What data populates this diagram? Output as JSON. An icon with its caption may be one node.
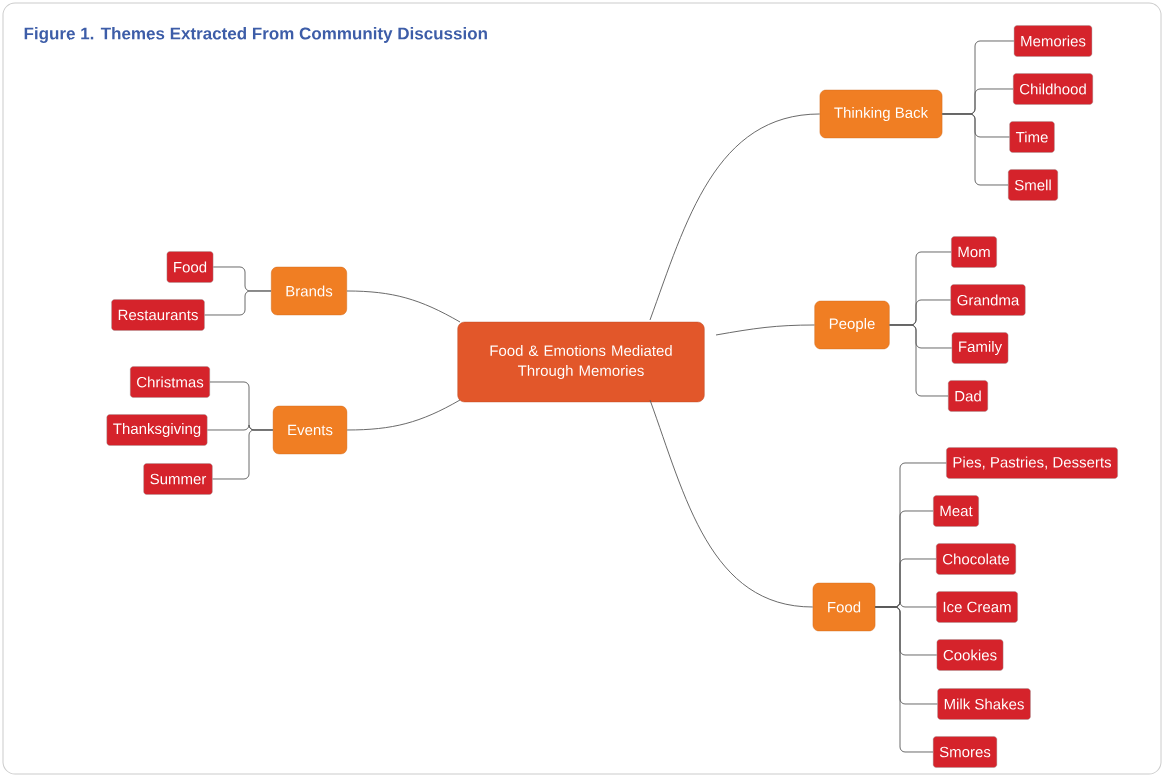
{
  "diagram": {
    "title": "Figure 1. Themes Extracted From Community Discussion",
    "nodes": [
      {
        "text": [
          "Food & Emotions Mediated Through Memories"
        ]
      },
      {
        "text": [
          "Thinking Back"
        ]
      },
      {
        "text": [
          "Memories"
        ]
      },
      {
        "text": [
          "Childhood"
        ]
      },
      {
        "text": [
          "Time"
        ]
      },
      {
        "text": [
          "Smell"
        ]
      },
      {
        "text": [
          "People"
        ]
      },
      {
        "text": [
          "Mom"
        ]
      },
      {
        "text": [
          "Grandma"
        ]
      },
      {
        "text": [
          "Family"
        ]
      },
      {
        "text": [
          "Dad"
        ]
      },
      {
        "text": [
          "Food"
        ]
      },
      {
        "text": [
          "Pies, Pastries, Desserts"
        ]
      },
      {
        "text": [
          "Meat"
        ]
      },
      {
        "text": [
          "Chocolate"
        ]
      },
      {
        "text": [
          "Ice Cream"
        ]
      },
      {
        "text": [
          "Cookies"
        ]
      },
      {
        "text": [
          "Milk Shakes"
        ]
      },
      {
        "text": [
          "Smores"
        ]
      },
      {
        "text": [
          "Brands"
        ]
      },
      {
        "text": [
          "Food"
        ]
      },
      {
        "text": [
          "Restaurants"
        ]
      },
      {
        "text": [
          "Events"
        ]
      },
      {
        "text": [
          "Christmas"
        ]
      },
      {
        "text": [
          "Thanksgiving"
        ]
      },
      {
        "text": [
          "Summer"
        ]
      }
    ],
    "edges": [
      {
        "from": 0,
        "to": 1,
        "arrow": "none"
      },
      {
        "from": 1,
        "to": 2,
        "arrow": "none"
      },
      {
        "from": 1,
        "to": 3,
        "arrow": "none"
      },
      {
        "from": 1,
        "to": 4,
        "arrow": "none"
      },
      {
        "from": 1,
        "to": 5,
        "arrow": "none"
      },
      {
        "from": 0,
        "to": 6,
        "arrow": "none"
      },
      {
        "from": 6,
        "to": 7,
        "arrow": "none"
      },
      {
        "from": 6,
        "to": 8,
        "arrow": "none"
      },
      {
        "from": 6,
        "to": 9,
        "arrow": "none"
      },
      {
        "from": 6,
        "to": 10,
        "arrow": "none"
      },
      {
        "from": 0,
        "to": 11,
        "arrow": "none"
      },
      {
        "from": 11,
        "to": 12,
        "arrow": "none"
      },
      {
        "from": 11,
        "to": 13,
        "arrow": "none"
      },
      {
        "from": 11,
        "to": 14,
        "arrow": "none"
      },
      {
        "from": 11,
        "to": 15,
        "arrow": "none"
      },
      {
        "from": 11,
        "to": 16,
        "arrow": "none"
      },
      {
        "from": 11,
        "to": 17,
        "arrow": "none"
      },
      {
        "from": 11,
        "to": 18,
        "arrow": "none"
      },
      {
        "from": 0,
        "to": 19,
        "arrow": "none"
      },
      {
        "from": 19,
        "to": 20,
        "arrow": "none"
      },
      {
        "from": 19,
        "to": 21,
        "arrow": "none"
      },
      {
        "from": 0,
        "to": 22,
        "arrow": "none"
      },
      {
        "from": 22,
        "to": 23,
        "arrow": "none"
      },
      {
        "from": 22,
        "to": 24,
        "arrow": "none"
      },
      {
        "from": 22,
        "to": 25,
        "arrow": "none"
      }
    ]
  }
}
